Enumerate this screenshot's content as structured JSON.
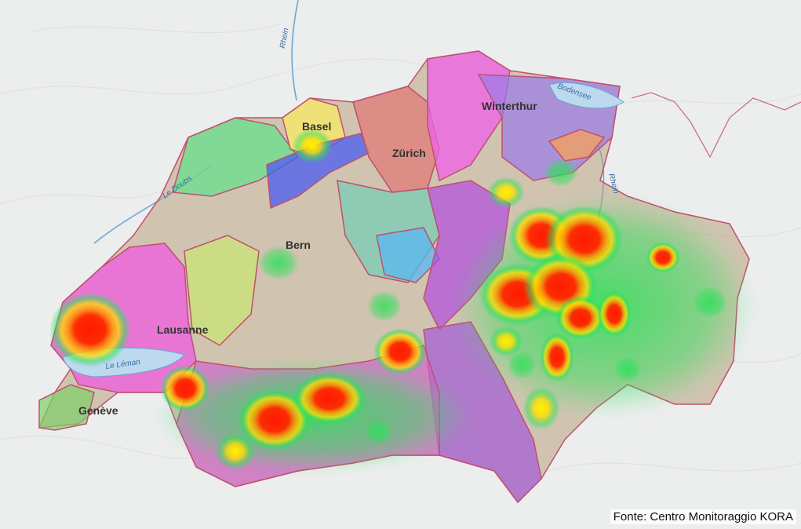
{
  "map": {
    "cities": [
      {
        "id": "basel",
        "label": "Basel"
      },
      {
        "id": "zurich",
        "label": "Zürich"
      },
      {
        "id": "winterthur",
        "label": "Winterthur"
      },
      {
        "id": "bern",
        "label": "Bern"
      },
      {
        "id": "lausanne",
        "label": "Lausanne"
      },
      {
        "id": "geneve",
        "label": "Genève"
      }
    ],
    "water_labels": {
      "rhein_north": "Rhein",
      "rhein_east": "Rhein",
      "bodensee": "Bodensee",
      "le_doubs": "Le Doubs",
      "le_leman": "Le Léman"
    },
    "colors": {
      "heat_core": "#ff1a00",
      "heat_mid": "#ffe000",
      "heat_outer": "#2ee05a",
      "border": "#c0506e",
      "river": "#6aa6d6"
    }
  },
  "source": "Fonte: Centro Monitoraggio KORA"
}
